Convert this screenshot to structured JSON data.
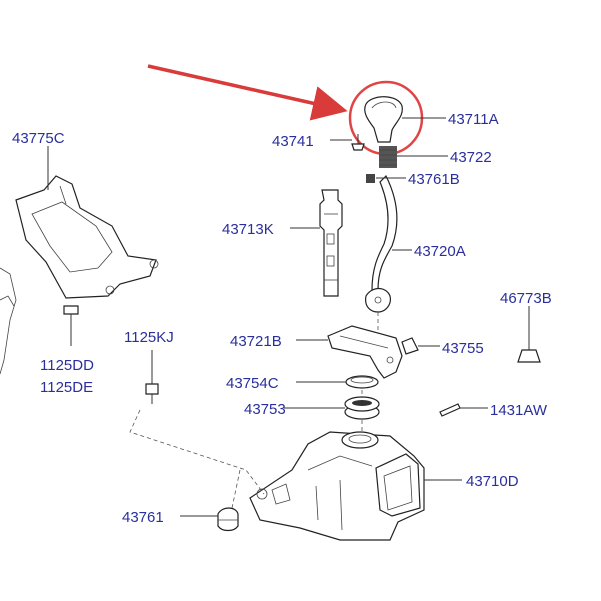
{
  "labels": {
    "p43775C": "43775C",
    "p43741": "43741",
    "p43711A": "43711A",
    "p43722": "43722",
    "p43761B": "43761B",
    "p43713K": "43713K",
    "p43720A": "43720A",
    "p46773B": "46773B",
    "p1125KJ": "1125KJ",
    "p1125DD": "1125DD",
    "p1125DE": "1125DE",
    "p43721B": "43721B",
    "p43755": "43755",
    "p43754C": "43754C",
    "p43753": "43753",
    "p1431AW": "1431AW",
    "p43710D": "43710D",
    "p43761": "43761"
  },
  "colors": {
    "label": "#2a2f9c",
    "arrow": "#d93a3a",
    "highlight_circle": "#e04545",
    "line": "#333333"
  }
}
